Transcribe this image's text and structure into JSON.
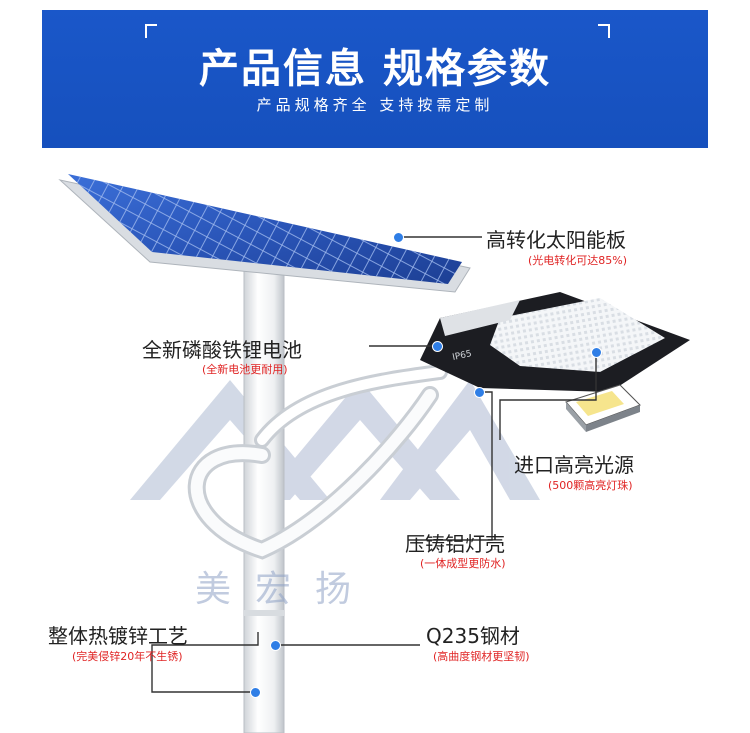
{
  "banner": {
    "title": "产品信息 规格参数",
    "subtitle": "产品规格齐全 支持按需定制"
  },
  "watermark": "美宏扬",
  "lamp_badge": "IP65",
  "callouts": {
    "solar_panel": {
      "label": "高转化太阳能板",
      "note": "(光电转化可达85%)"
    },
    "battery": {
      "label": "全新磷酸铁锂电池",
      "note": "(全新电池更耐用)"
    },
    "light_source": {
      "label": "进口高亮光源",
      "note": "(500颗高亮灯珠)"
    },
    "housing": {
      "label": "压铸铝灯壳",
      "note": "(一体成型更防水)"
    },
    "galvanized": {
      "label": "整体热镀锌工艺",
      "note": "(完美侵锌20年不生锈)"
    },
    "steel": {
      "label": "Q235钢材",
      "note": "(高曲度钢材更坚韧)"
    }
  },
  "colors": {
    "banner": "#1a57c9",
    "note": "#e02424",
    "dot": "#2f7ee6"
  }
}
